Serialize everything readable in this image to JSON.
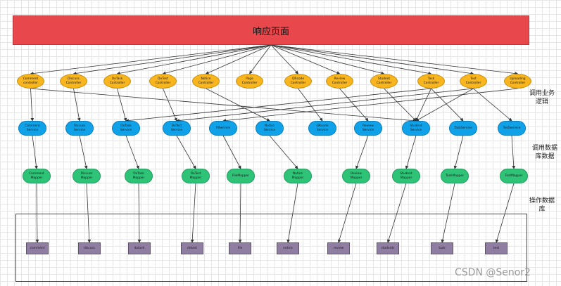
{
  "header": {
    "title": "响应页面"
  },
  "layer_labels": {
    "business": "调用业务\n逻辑",
    "data_access": "调用数据\n库数据",
    "database": "操作数据\n库"
  },
  "controllers": [
    {
      "id": "c1",
      "label": "Comment\ncontroller"
    },
    {
      "id": "c2",
      "label": "Discuss\nController"
    },
    {
      "id": "c3",
      "label": "DoTask\nController"
    },
    {
      "id": "c4",
      "label": "DoTest\nController"
    },
    {
      "id": "c5",
      "label": "Notice\nController"
    },
    {
      "id": "c6",
      "label": "Page\nController"
    },
    {
      "id": "c7",
      "label": "QRcode\nController"
    },
    {
      "id": "c8",
      "label": "Review\nController"
    },
    {
      "id": "c9",
      "label": "Student\nController"
    },
    {
      "id": "c10",
      "label": "Task\nController"
    },
    {
      "id": "c11",
      "label": "Test\nController"
    },
    {
      "id": "c12",
      "label": "Uploading\nController"
    }
  ],
  "services": [
    {
      "id": "s1",
      "label": "Comment\nService"
    },
    {
      "id": "s2",
      "label": "Discuss\nService"
    },
    {
      "id": "s3",
      "label": "DoTask\nService"
    },
    {
      "id": "s4",
      "label": "DoTest\nService"
    },
    {
      "id": "s5",
      "label": "filService"
    },
    {
      "id": "s6",
      "label": "Notice\nService"
    },
    {
      "id": "s7",
      "label": "QRcode\nService"
    },
    {
      "id": "s8",
      "label": "Review\nService"
    },
    {
      "id": "s9",
      "label": "Student\nService"
    },
    {
      "id": "s10",
      "label": "TaskService"
    },
    {
      "id": "s11",
      "label": "TestService"
    }
  ],
  "mappers": [
    {
      "id": "m1",
      "label": "Comment\nMapper"
    },
    {
      "id": "m2",
      "label": "Discuss\nMapper"
    },
    {
      "id": "m3",
      "label": "DoTask\nMapper"
    },
    {
      "id": "m4",
      "label": "DoTest\nMapper"
    },
    {
      "id": "m5",
      "label": "FileMapper"
    },
    {
      "id": "m6",
      "label": "Notice\nMapper"
    },
    {
      "id": "m7",
      "label": "Review\nMapper"
    },
    {
      "id": "m8",
      "label": "Student\nMapper"
    },
    {
      "id": "m9",
      "label": "TaskMapper"
    },
    {
      "id": "m10",
      "label": "TestMapper"
    }
  ],
  "tables": [
    {
      "id": "t1",
      "label": "comment"
    },
    {
      "id": "t2",
      "label": "discuss"
    },
    {
      "id": "t3",
      "label": "dotask"
    },
    {
      "id": "t4",
      "label": "dotest"
    },
    {
      "id": "t5",
      "label": "file"
    },
    {
      "id": "t6",
      "label": "notice"
    },
    {
      "id": "t7",
      "label": "review"
    },
    {
      "id": "t8",
      "label": "students"
    },
    {
      "id": "t9",
      "label": "task"
    },
    {
      "id": "t10",
      "label": "test"
    }
  ],
  "edges": [
    [
      "header",
      "c1"
    ],
    [
      "header",
      "c2"
    ],
    [
      "header",
      "c3"
    ],
    [
      "header",
      "c4"
    ],
    [
      "header",
      "c5"
    ],
    [
      "header",
      "c6"
    ],
    [
      "header",
      "c7"
    ],
    [
      "header",
      "c8"
    ],
    [
      "header",
      "c9"
    ],
    [
      "header",
      "c10"
    ],
    [
      "header",
      "c11"
    ],
    [
      "header",
      "c12"
    ],
    [
      "c1",
      "s1"
    ],
    [
      "c1",
      "s9"
    ],
    [
      "c2",
      "s2"
    ],
    [
      "c3",
      "s3"
    ],
    [
      "c4",
      "s4"
    ],
    [
      "c5",
      "s6"
    ],
    [
      "c7",
      "s7"
    ],
    [
      "c8",
      "s8"
    ],
    [
      "c9",
      "s9"
    ],
    [
      "c10",
      "s10"
    ],
    [
      "c10",
      "s9"
    ],
    [
      "c10",
      "s3"
    ],
    [
      "c11",
      "s11"
    ],
    [
      "c11",
      "s9"
    ],
    [
      "c11",
      "s4"
    ],
    [
      "c12",
      "s5"
    ],
    [
      "s1",
      "m1"
    ],
    [
      "s2",
      "m2"
    ],
    [
      "s3",
      "m3"
    ],
    [
      "s4",
      "m4"
    ],
    [
      "s5",
      "m5"
    ],
    [
      "s6",
      "m6"
    ],
    [
      "s8",
      "m7"
    ],
    [
      "s9",
      "m8"
    ],
    [
      "s10",
      "m9"
    ],
    [
      "s11",
      "m10"
    ],
    [
      "m1",
      "t1"
    ],
    [
      "m2",
      "t2"
    ],
    [
      "m3",
      "t3"
    ],
    [
      "m4",
      "t4"
    ],
    [
      "m5",
      "t5"
    ],
    [
      "m6",
      "t6"
    ],
    [
      "m7",
      "t7"
    ],
    [
      "m8",
      "t8"
    ],
    [
      "m9",
      "t9"
    ],
    [
      "m10",
      "t10"
    ]
  ],
  "watermark": "CSDN @Senor2",
  "colors": {
    "header": "#e8474c",
    "controller": "#f8b51d",
    "service": "#10a2e8",
    "mapper": "#2ec377",
    "table": "#8f7ea2",
    "edge": "#333333"
  }
}
